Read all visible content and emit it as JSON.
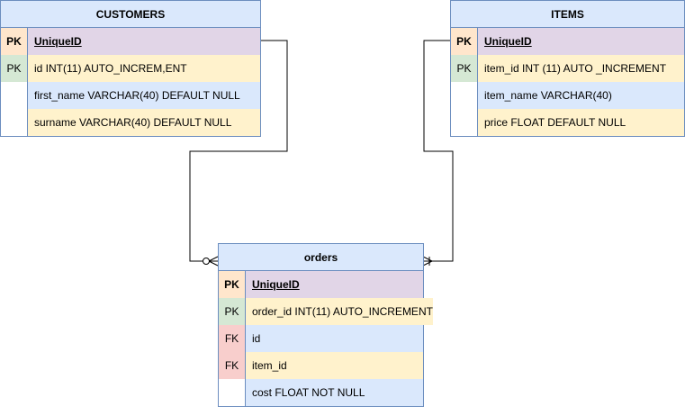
{
  "tables": {
    "customers": {
      "title": "CUSTOMERS",
      "rows": [
        {
          "key": "PK",
          "field": "UniqueID"
        },
        {
          "key": "PK",
          "field": "id INT(11) AUTO_INCREM,ENT"
        },
        {
          "key": "",
          "field": "first_name VARCHAR(40) DEFAULT NULL"
        },
        {
          "key": "",
          "field": "surname VARCHAR(40) DEFAULT NULL"
        }
      ]
    },
    "items": {
      "title": "ITEMS",
      "rows": [
        {
          "key": "PK",
          "field": "UniqueID"
        },
        {
          "key": "PK",
          "field": "item_id INT (11) AUTO _INCREMENT"
        },
        {
          "key": "",
          "field": "item_name VARCHAR(40)"
        },
        {
          "key": "",
          "field": "price FLOAT DEFAULT NULL"
        }
      ]
    },
    "orders": {
      "title": "orders",
      "rows": [
        {
          "key": "PK",
          "field": "UniqueID"
        },
        {
          "key": "PK",
          "field": "order_id INT(11) AUTO_INCREMENT"
        },
        {
          "key": "FK",
          "field": "id"
        },
        {
          "key": "FK",
          "field": "item_id"
        },
        {
          "key": "",
          "field": "cost FLOAT NOT NULL"
        }
      ]
    }
  },
  "relations": [
    {
      "from": "customers",
      "to": "orders",
      "end_marker": "zero-or-many"
    },
    {
      "from": "items",
      "to": "orders",
      "end_marker": "one-or-many"
    }
  ],
  "colors": {
    "border": "#6c8ebf",
    "header": "#dae8fc",
    "pk_main_key": "#ffe6cc",
    "pk_main_field": "#e1d5e7",
    "pk_key": "#d5e8d4",
    "fk_key": "#f8cecc",
    "row_yellow": "#fff2cc",
    "row_blue": "#dae8fc",
    "line": "#000000"
  }
}
